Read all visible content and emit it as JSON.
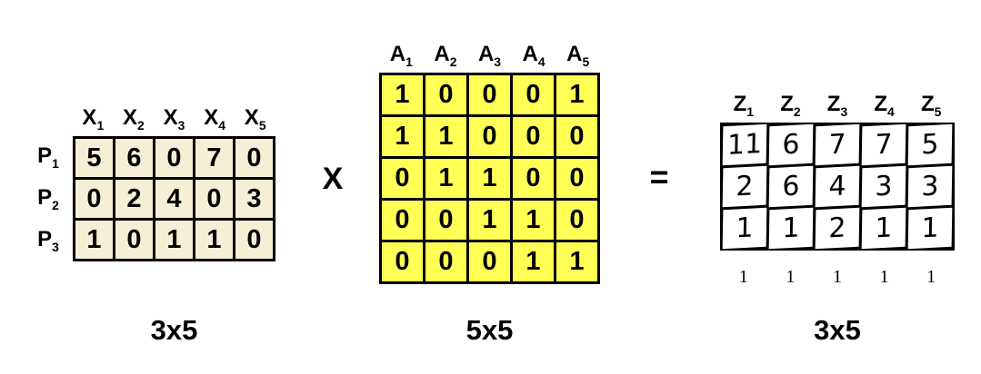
{
  "operators": {
    "multiply": "X",
    "equals": "="
  },
  "colors": {
    "left_cell": "#F5EFD6",
    "middle_cell": "#FFFF55",
    "right_cell": "#FFFFFF",
    "gridline": "#000000"
  },
  "matrices": {
    "left": {
      "col_headers": [
        {
          "base": "X",
          "sub": "1"
        },
        {
          "base": "X",
          "sub": "2"
        },
        {
          "base": "X",
          "sub": "3"
        },
        {
          "base": "X",
          "sub": "4"
        },
        {
          "base": "X",
          "sub": "5"
        }
      ],
      "row_headers": [
        {
          "base": "P",
          "sub": "1"
        },
        {
          "base": "P",
          "sub": "2"
        },
        {
          "base": "P",
          "sub": "3"
        }
      ],
      "rows": [
        [
          "5",
          "6",
          "0",
          "7",
          "0"
        ],
        [
          "0",
          "2",
          "4",
          "0",
          "3"
        ],
        [
          "1",
          "0",
          "1",
          "1",
          "0"
        ]
      ],
      "dim_label": "3x5"
    },
    "middle": {
      "col_headers": [
        {
          "base": "A",
          "sub": "1"
        },
        {
          "base": "A",
          "sub": "2"
        },
        {
          "base": "A",
          "sub": "3"
        },
        {
          "base": "A",
          "sub": "4"
        },
        {
          "base": "A",
          "sub": "5"
        }
      ],
      "rows": [
        [
          "1",
          "0",
          "0",
          "0",
          "1"
        ],
        [
          "1",
          "1",
          "0",
          "0",
          "0"
        ],
        [
          "0",
          "1",
          "1",
          "0",
          "0"
        ],
        [
          "0",
          "0",
          "1",
          "1",
          "0"
        ],
        [
          "0",
          "0",
          "0",
          "1",
          "1"
        ]
      ],
      "dim_label": "5x5"
    },
    "right": {
      "col_headers": [
        {
          "base": "Z",
          "sub": "1"
        },
        {
          "base": "Z",
          "sub": "2"
        },
        {
          "base": "Z",
          "sub": "3"
        },
        {
          "base": "Z",
          "sub": "4"
        },
        {
          "base": "Z",
          "sub": "5"
        }
      ],
      "rows": [
        [
          "11",
          "6",
          "7",
          "7",
          "5"
        ],
        [
          "2",
          "6",
          "4",
          "3",
          "3"
        ],
        [
          "1",
          "1",
          "2",
          "1",
          "1"
        ]
      ],
      "footer": [
        "1",
        "1",
        "1",
        "1",
        "1"
      ],
      "dim_label": "3x5"
    }
  }
}
